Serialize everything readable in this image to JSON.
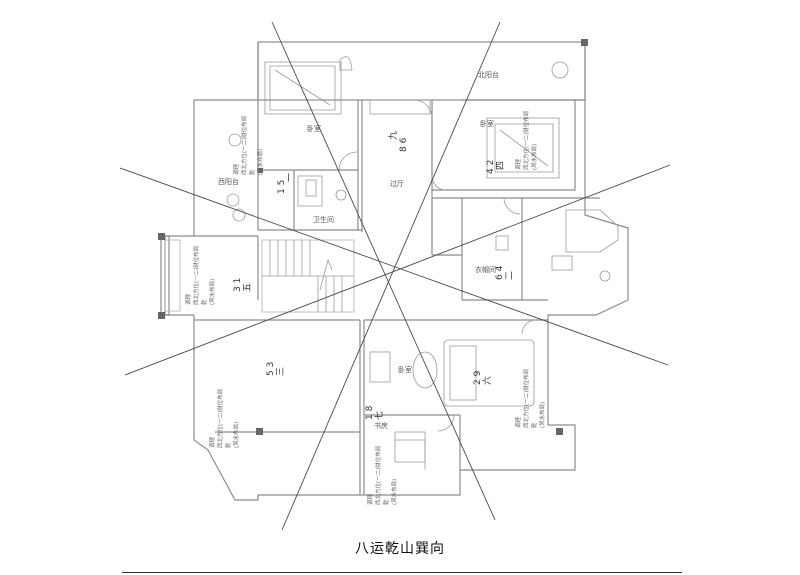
{
  "title": "八运乾山巽向",
  "rooms": {
    "north_balcony": "北阳台",
    "bedroom_nw": "卧室",
    "bedroom_ne": "卧室",
    "west_balcony": "西阳台",
    "bathroom": "卫生间",
    "hallway": "过厅",
    "cloakroom": "衣帽间",
    "bedroom_s": "卧室",
    "study": "书房"
  },
  "flying_stars": {
    "north": [
      "九",
      "8 6"
    ],
    "northwest": [
      "一",
      "1 5"
    ],
    "northeast": [
      "四",
      "4 2"
    ],
    "west": [
      "五",
      "3 1"
    ],
    "center": [
      "二",
      "6 4"
    ],
    "east": [
      "六",
      "2 9"
    ],
    "southwest": [
      "三",
      "5 3"
    ],
    "south": [
      "七",
      "1 8"
    ]
  },
  "annotations": {
    "nw": [
      "调理",
      "西北方位(一二)财位布局",
      "乾",
      "(风水布局)"
    ],
    "ne": [
      "调理",
      "西北方位(一二)财位布局",
      "(风水布局)"
    ],
    "w": [
      "调理",
      "西北方位(一二)财位布局",
      "乾",
      "(风水布局)"
    ],
    "sw": [
      "调理",
      "西北方位(一二)财位布局",
      "乾",
      "(风水布局)"
    ],
    "s": [
      "调理",
      "西北方位(一二)财位布局",
      "乾",
      "(风水布局)"
    ],
    "se": [
      "调理",
      "西北方位(一二)财位布局",
      "乾",
      "(风水布局)"
    ]
  }
}
